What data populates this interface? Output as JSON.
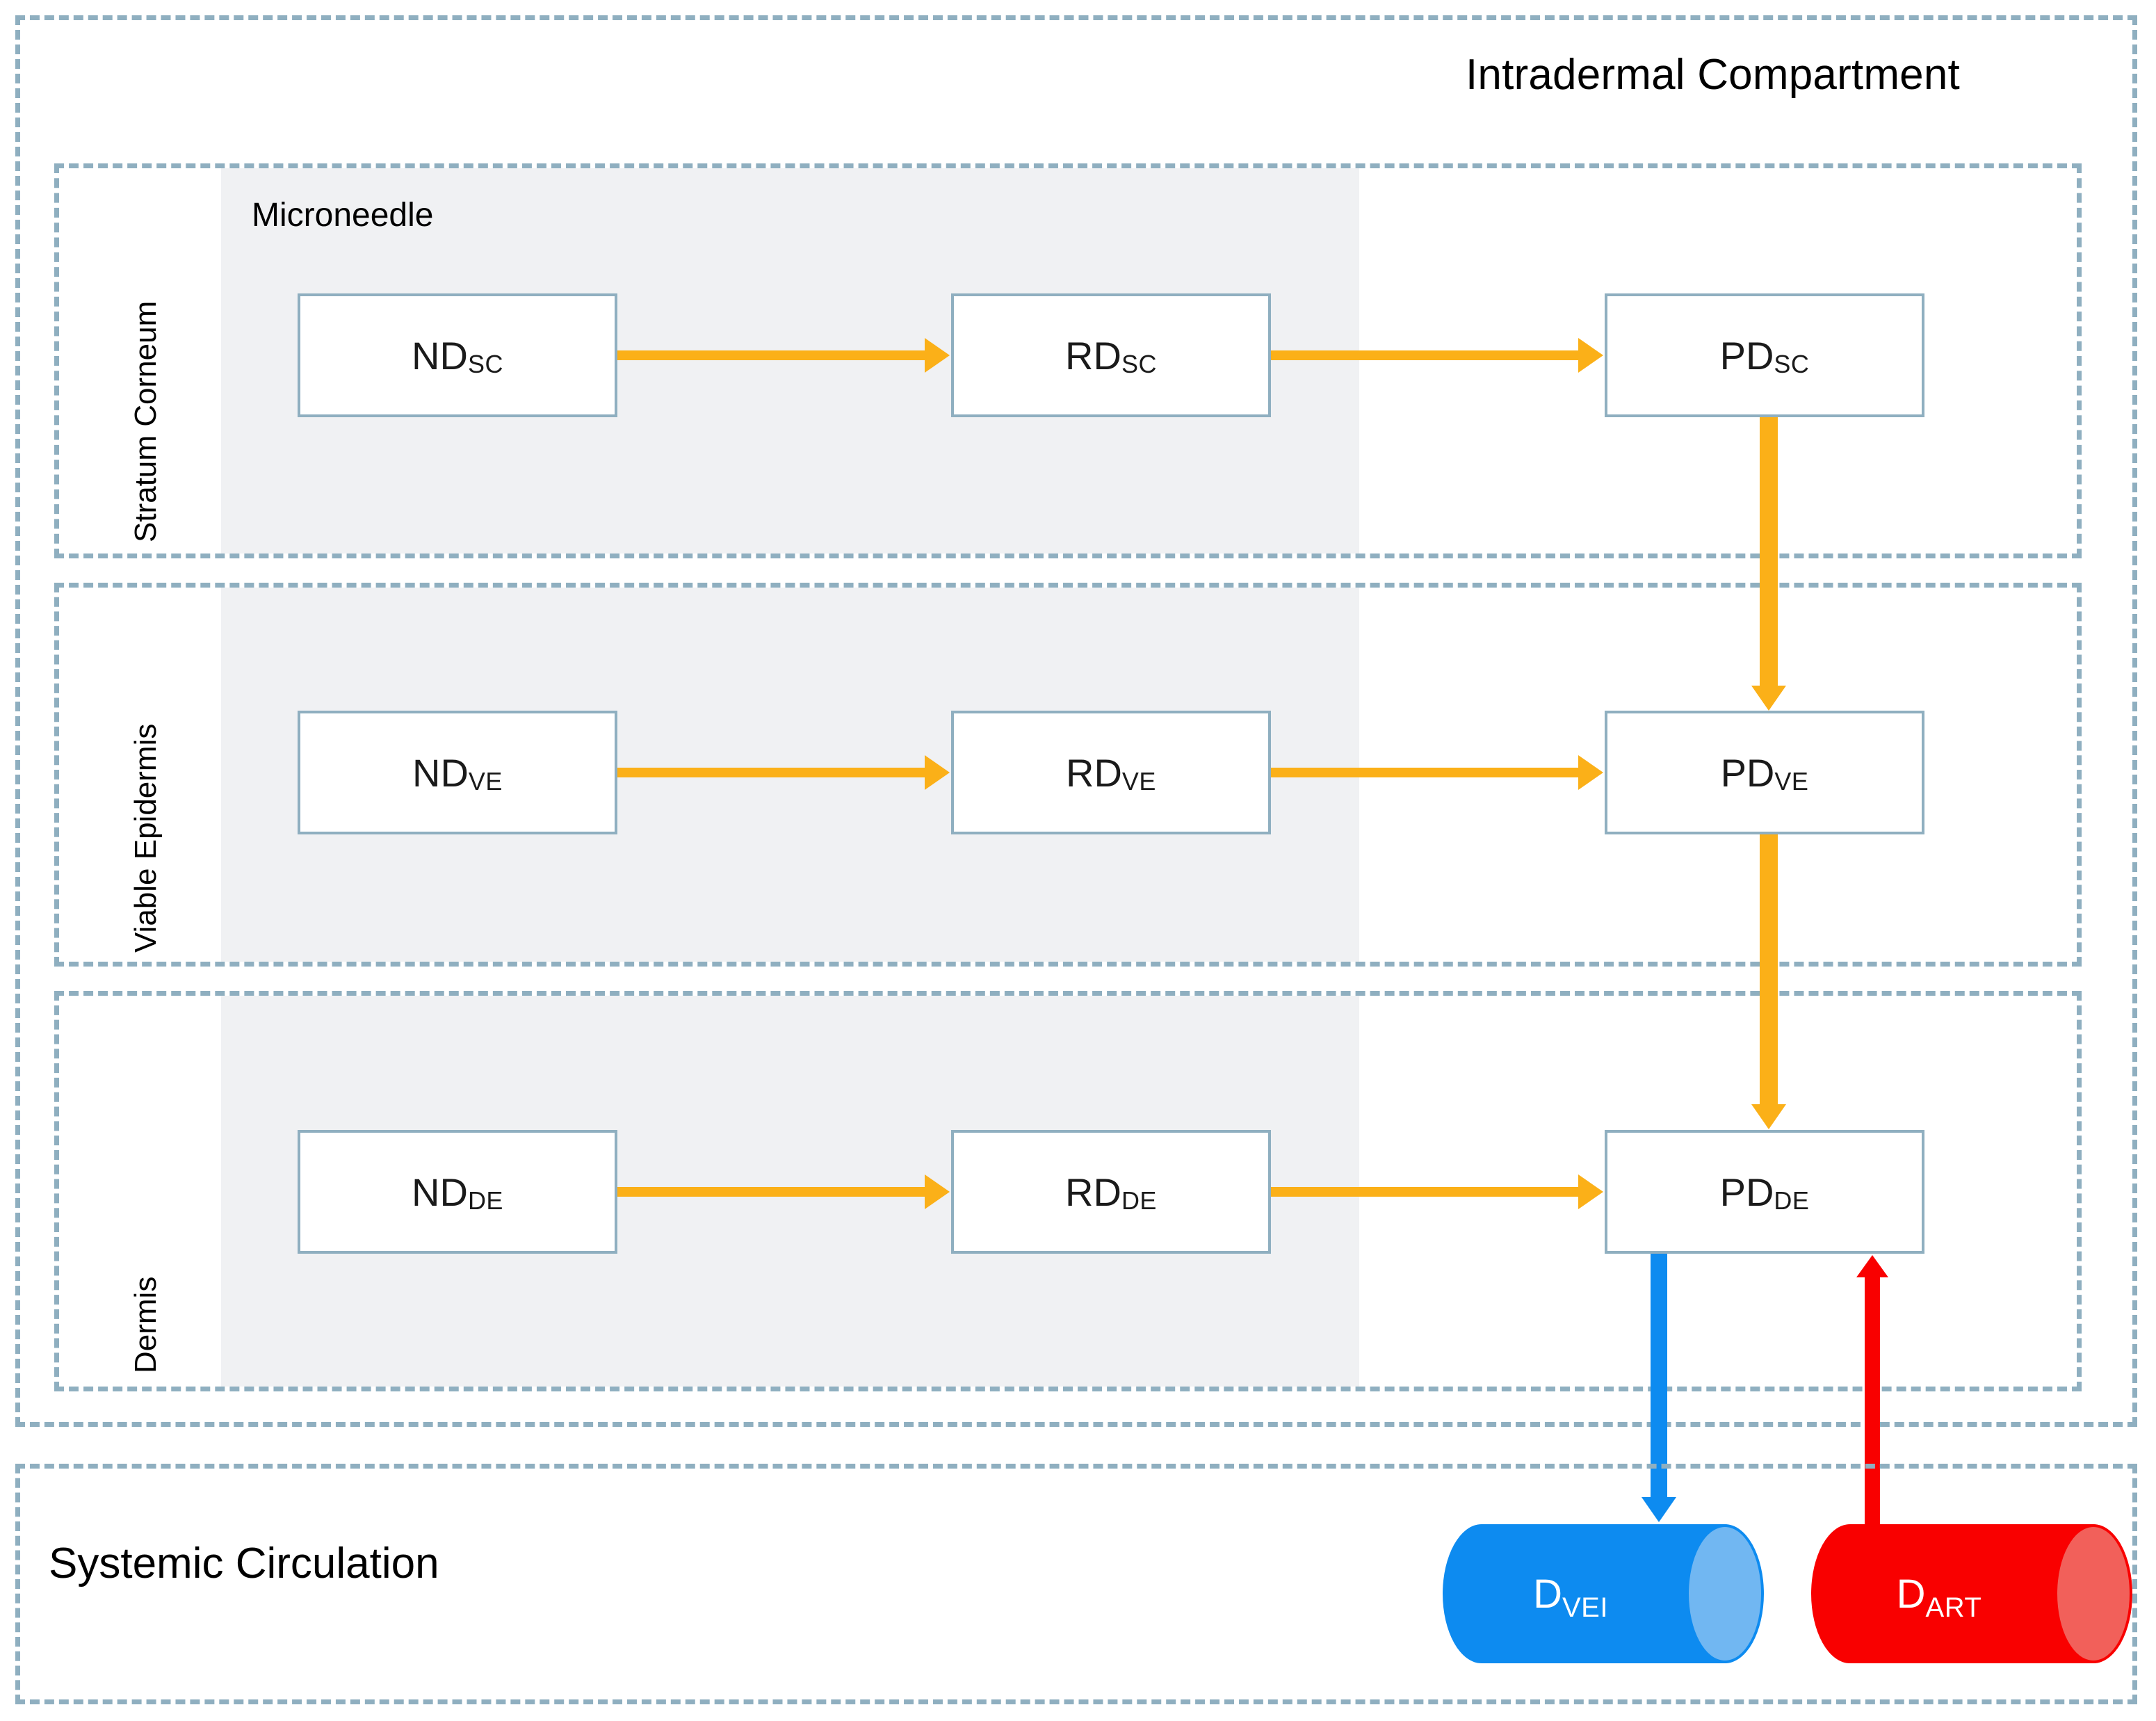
{
  "diagram": {
    "title": "Intradermal Compartment",
    "systemic_title": "Systemic Circulation",
    "microneedle_label": "Microneedle",
    "colors": {
      "dashed_border": "#8fafc0",
      "node_border": "#8fafc0",
      "microneedle_band": "#f0f1f3",
      "orange_arrow": "#fbb018",
      "blue_arrow": "#0d8bf0",
      "blue_cylinder": "#0d8bf0",
      "blue_cylinder_cap": "#71b7f2",
      "red_arrow": "#f90000",
      "red_cylinder": "#f90000",
      "red_cylinder_cap": "#f2605a"
    }
  },
  "layers": [
    {
      "id": "stratum-corneum",
      "label": "Stratum Corneum",
      "nodes": [
        {
          "id": "nd-sc",
          "base": "ND",
          "sub": "SC"
        },
        {
          "id": "rd-sc",
          "base": "RD",
          "sub": "SC"
        },
        {
          "id": "pd-sc",
          "base": "PD",
          "sub": "SC"
        }
      ]
    },
    {
      "id": "viable-epidermis",
      "label": "Viable Epidermis",
      "nodes": [
        {
          "id": "nd-ve",
          "base": "ND",
          "sub": "VE"
        },
        {
          "id": "rd-ve",
          "base": "RD",
          "sub": "VE"
        },
        {
          "id": "pd-ve",
          "base": "PD",
          "sub": "VE"
        }
      ]
    },
    {
      "id": "dermis",
      "label": "Dermis",
      "nodes": [
        {
          "id": "nd-de",
          "base": "ND",
          "sub": "DE"
        },
        {
          "id": "rd-de",
          "base": "RD",
          "sub": "DE"
        },
        {
          "id": "pd-de",
          "base": "PD",
          "sub": "DE"
        }
      ]
    }
  ],
  "systemic": {
    "cylinders": [
      {
        "id": "d-vei",
        "base": "D",
        "sub": "VEI",
        "color": "#0d8bf0"
      },
      {
        "id": "d-art",
        "base": "D",
        "sub": "ART",
        "color": "#f90000"
      }
    ]
  },
  "flows": [
    {
      "id": "nd-sc-to-rd-sc",
      "from": "ND_SC",
      "to": "RD_SC",
      "color": "#fbb018",
      "direction": "right"
    },
    {
      "id": "rd-sc-to-pd-sc",
      "from": "RD_SC",
      "to": "PD_SC",
      "color": "#fbb018",
      "direction": "right"
    },
    {
      "id": "nd-ve-to-rd-ve",
      "from": "ND_VE",
      "to": "RD_VE",
      "color": "#fbb018",
      "direction": "right"
    },
    {
      "id": "rd-ve-to-pd-ve",
      "from": "RD_VE",
      "to": "PD_VE",
      "color": "#fbb018",
      "direction": "right"
    },
    {
      "id": "nd-de-to-rd-de",
      "from": "ND_DE",
      "to": "RD_DE",
      "color": "#fbb018",
      "direction": "right"
    },
    {
      "id": "rd-de-to-pd-de",
      "from": "RD_DE",
      "to": "PD_DE",
      "color": "#fbb018",
      "direction": "right"
    },
    {
      "id": "pd-sc-to-pd-ve",
      "from": "PD_SC",
      "to": "PD_VE",
      "color": "#fbb018",
      "direction": "down"
    },
    {
      "id": "pd-ve-to-pd-de",
      "from": "PD_VE",
      "to": "PD_DE",
      "color": "#fbb018",
      "direction": "down"
    },
    {
      "id": "pd-de-to-d-vei",
      "from": "PD_DE",
      "to": "D_VEI",
      "color": "#0d8bf0",
      "direction": "down"
    },
    {
      "id": "d-art-to-pd-de",
      "from": "D_ART",
      "to": "PD_DE",
      "color": "#f90000",
      "direction": "up"
    }
  ]
}
